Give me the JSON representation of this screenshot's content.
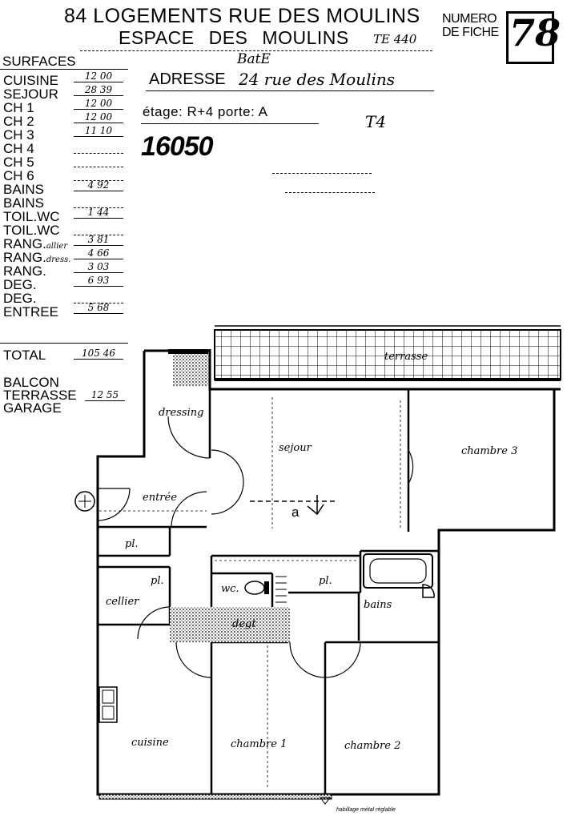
{
  "header": {
    "title_line1": "84 LOGEMENTS RUE DES MOULINS",
    "title_line2_a": "ESPACE",
    "title_line2_b": "DES",
    "title_line2_c": "MOULINS",
    "te_code": "TE 440",
    "fiche_label": "NUMERO DE FICHE",
    "fiche_number": "78"
  },
  "surfaces": {
    "heading": "SURFACES",
    "rows": [
      {
        "label": "CUISINE",
        "value": "12 00"
      },
      {
        "label": "SEJOUR",
        "value": "28 39"
      },
      {
        "label": "CH   1",
        "value": "12 00"
      },
      {
        "label": "CH   2",
        "value": "12 00"
      },
      {
        "label": "CH   3",
        "value": "11 10"
      },
      {
        "label": "CH   4",
        "value": ""
      },
      {
        "label": "CH   5",
        "value": ""
      },
      {
        "label": "CH   6",
        "value": ""
      },
      {
        "label": "BAINS",
        "value": "4 92"
      },
      {
        "label": "BAINS",
        "value": ""
      },
      {
        "label": "TOIL.WC",
        "value": "1 44"
      },
      {
        "label": "TOIL.WC",
        "value": ""
      },
      {
        "label": "RANG.",
        "note": "allier",
        "value": "3 81"
      },
      {
        "label": "RANG.",
        "note": "dress.",
        "value": "4 66"
      },
      {
        "label": "RANG.",
        "value": "3 03"
      },
      {
        "label": "DEG.",
        "value": "6 93"
      },
      {
        "label": "DEG.",
        "value": ""
      },
      {
        "label": "ENTREE",
        "value": "5 68"
      }
    ],
    "total_label": "TOTAL",
    "total_value": "105 46",
    "balcon_label": "BALCON",
    "terrasse_label": "TERRASSE",
    "terrasse_value": "12 55",
    "garage_label": "GARAGE"
  },
  "address": {
    "batiment": "BatE",
    "label": "ADRESSE",
    "value": "24 rue des Moulins",
    "etage_text": "étage: R+4 porte: A",
    "type": "T4",
    "code": "16050"
  },
  "plan": {
    "rooms": {
      "terrasse": "terrasse",
      "sejour": "sejour",
      "chambre3": "chambre 3",
      "dressing": "dressing",
      "entree": "entrée",
      "cellier": "cellier",
      "wc": "wc.",
      "bains": "bains",
      "degt": "degt",
      "cuisine": "cuisine",
      "chambre1": "chambre 1",
      "chambre2": "chambre 2",
      "pl": "pl.",
      "a_mark": "a"
    },
    "footer_note": "habillage métal réglable"
  }
}
